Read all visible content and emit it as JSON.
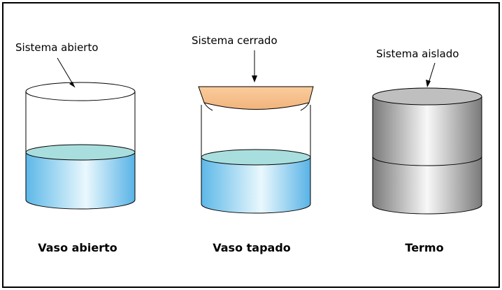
{
  "systems": [
    {
      "label": "Sistema abierto",
      "caption": "Vaso abierto"
    },
    {
      "label": "Sistema cerrado",
      "caption": "Vaso tapado"
    },
    {
      "label": "Sistema aislado",
      "caption": "Termo"
    }
  ],
  "colors": {
    "water": "#b8e6f2",
    "water_deep": "#9fd8ee",
    "water_surface": "#a9dede",
    "lid": "#f5c08c",
    "thermos": "#bfbfbf",
    "outline": "#000000",
    "frame": "#000000"
  }
}
